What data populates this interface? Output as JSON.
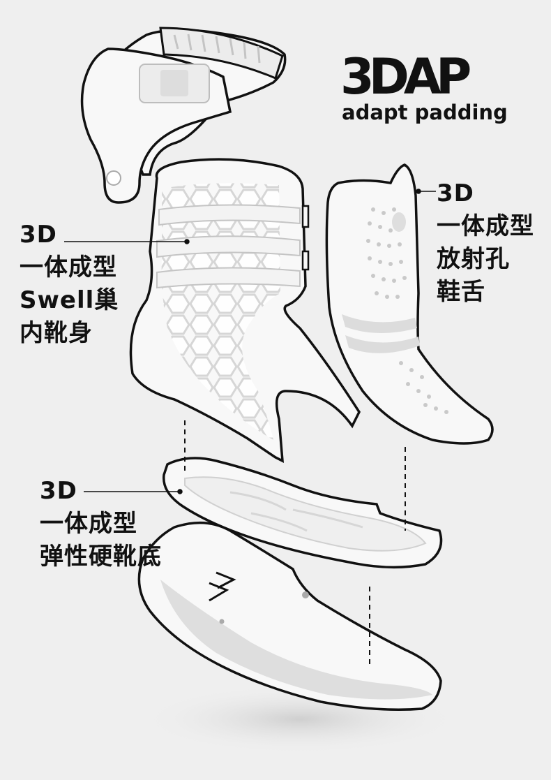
{
  "brand": {
    "logo_text": "3DAP",
    "tagline": "adapt padding"
  },
  "callouts": {
    "upper": {
      "lines": [
        "3D",
        "一体成型",
        "Swell巢",
        "内靴身"
      ]
    },
    "tongue": {
      "lines": [
        "3D",
        "一体成型",
        "放射孔",
        "鞋舌"
      ]
    },
    "sole": {
      "lines": [
        "3D",
        "一体成型",
        "弹性硬靴底"
      ]
    }
  },
  "colors": {
    "background": "#efefef",
    "part_fill": "#f8f8f8",
    "outline": "#111111",
    "text": "#111111"
  }
}
